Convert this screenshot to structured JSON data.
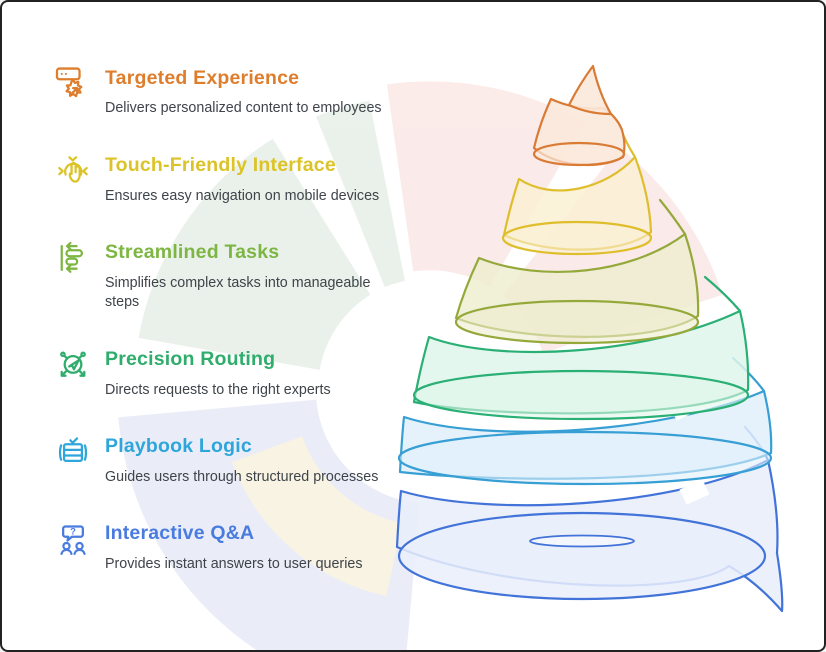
{
  "canvas": {
    "background": "#ffffff",
    "border_color": "#222222"
  },
  "features": [
    {
      "title": "Targeted Experience",
      "description": "Delivers personalized content to employees",
      "color": "#DE7E2D",
      "icon": "targeted-experience-icon"
    },
    {
      "title": "Touch-Friendly Interface",
      "description": "Ensures easy navigation on mobile devices",
      "color": "#DCC327",
      "icon": "touch-friendly-icon"
    },
    {
      "title": "Streamlined Tasks",
      "description": "Simplifies complex tasks into manageable steps",
      "color": "#7DB643",
      "icon": "streamlined-tasks-icon"
    },
    {
      "title": "Precision Routing",
      "description": "Directs requests to the right experts",
      "color": "#2FAD6C",
      "icon": "precision-routing-icon"
    },
    {
      "title": "Playbook Logic",
      "description": "Guides users through structured processes",
      "color": "#2FA6DB",
      "icon": "playbook-logic-icon"
    },
    {
      "title": "Interactive Q&A",
      "description": "Provides instant answers to user queries",
      "color": "#4A7CE0",
      "icon": "interactive-qa-icon"
    }
  ],
  "funnel": {
    "type": "spiral-cone",
    "orientation": "point-up",
    "levels": [
      {
        "name": "Targeted Experience",
        "stroke": "#D97B35",
        "fill": "#FBE9DB"
      },
      {
        "name": "Touch-Friendly Interface",
        "stroke": "#DFBE2B",
        "fill": "#FAF0D4"
      },
      {
        "name": "Streamlined Tasks",
        "stroke": "#95A93B",
        "fill": "#EEEDCE"
      },
      {
        "name": "Precision Routing",
        "stroke": "#2AAF74",
        "fill": "#DFF6EB"
      },
      {
        "name": "Playbook Logic",
        "stroke": "#379FD4",
        "fill": "#E1F0FB"
      },
      {
        "name": "Interactive Q&A",
        "stroke": "#4273D9",
        "fill": "#E9EEFA"
      }
    ]
  },
  "watermark": {
    "pink": "#F7DAD8",
    "green": "#D9E7DB",
    "blue": "#D9E0F3",
    "yellow": "#F3EBCB"
  }
}
